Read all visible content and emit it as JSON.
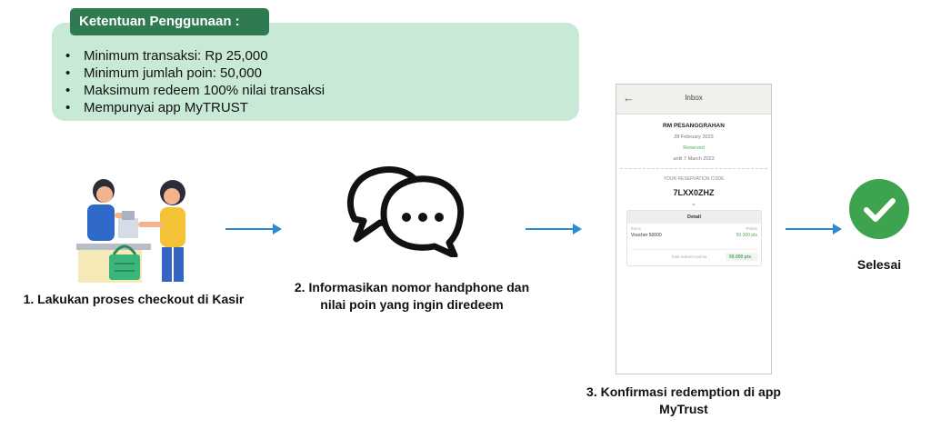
{
  "terms": {
    "title": "Ketentuan Penggunaan :",
    "bullet": "•",
    "items": [
      "Minimum transaksi:  Rp 25,000",
      "Minimum jumlah poin: 50,000",
      "Maksimum redeem 100% nilai transaksi",
      "Mempunyai app MyTRUST"
    ]
  },
  "steps": {
    "step1": {
      "line1": "1. Lakukan proses checkout di Kasir"
    },
    "step2": {
      "line1": "2. Informasikan nomor handphone dan",
      "line2": "nilai poin yang ingin diredeem"
    },
    "step3": {
      "line1": "3. Konfirmasi redemption di app",
      "line2": "MyTrust"
    },
    "done": {
      "label": "Selesai"
    }
  },
  "phone": {
    "header_title": "Inbox",
    "back_icon": "←",
    "restaurant": "RM PESANGGRAHAN",
    "date": "28 February 2023",
    "status": "Reserved",
    "until": "until 7 March 2023",
    "code_label": "YOUR RESERVATION CODE",
    "code": "7LXX0ZHZ",
    "chevron": "⌄",
    "detail": {
      "title": "Detail",
      "col_items": "Items",
      "col_points": "Points",
      "item_name": "Voucher 50000",
      "item_points": "50.000 pts",
      "total_label": "Total redeem points :",
      "total_points": "50.000 pts"
    }
  },
  "colors": {
    "terms_bg": "#c9e9d7",
    "terms_title_bg": "#2f7a50",
    "arrow": "#2a8bd3",
    "check": "#3ea34e"
  },
  "icons": [
    "cashier-checkout-icon",
    "chat-bubbles-icon",
    "checkmark-circle-icon",
    "back-arrow-icon",
    "chevron-down-icon"
  ]
}
